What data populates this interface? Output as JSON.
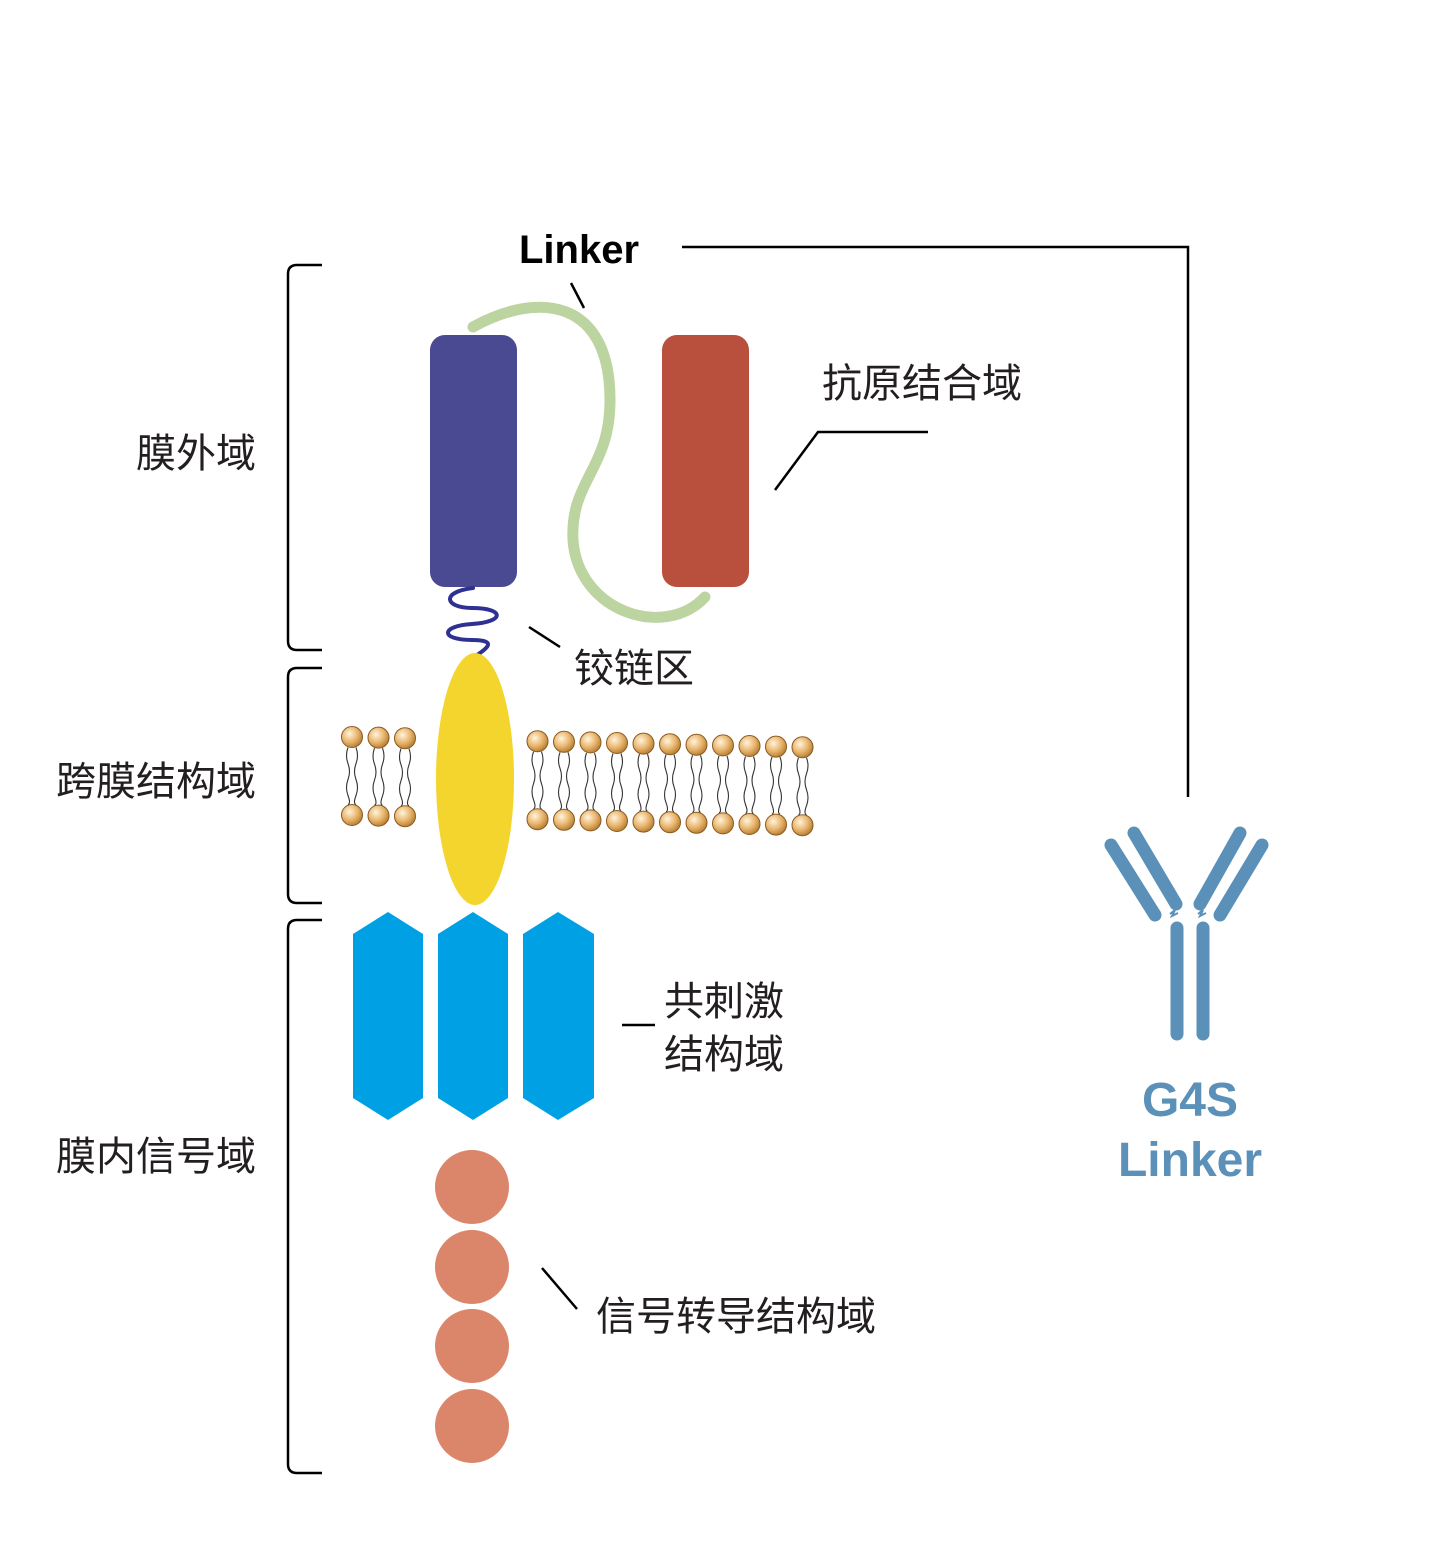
{
  "labels": {
    "linker": "Linker",
    "antigen_binding": "抗原结合域",
    "extracellular": "膜外域",
    "hinge": "铰链区",
    "transmembrane": "跨膜结构域",
    "costim_line1": "共刺激",
    "costim_line2": "结构域",
    "intracellular": "膜内信号域",
    "signal": "信号转导结构域",
    "g4s_line1": "G4S",
    "g4s_line2": "Linker"
  },
  "colors": {
    "vh_domain": "#4a4a92",
    "vl_domain": "#b9503e",
    "linker": "#bcd4a0",
    "hinge": "#2e3192",
    "transmembrane": "#f3d52e",
    "costim": "#00a0e4",
    "signal": "#db866a",
    "lipid_head": "#e9b56e",
    "antibody": "#5b91b8"
  },
  "icons": {
    "antibody": "antibody-y-icon",
    "membrane": "lipid-bilayer-icon"
  }
}
